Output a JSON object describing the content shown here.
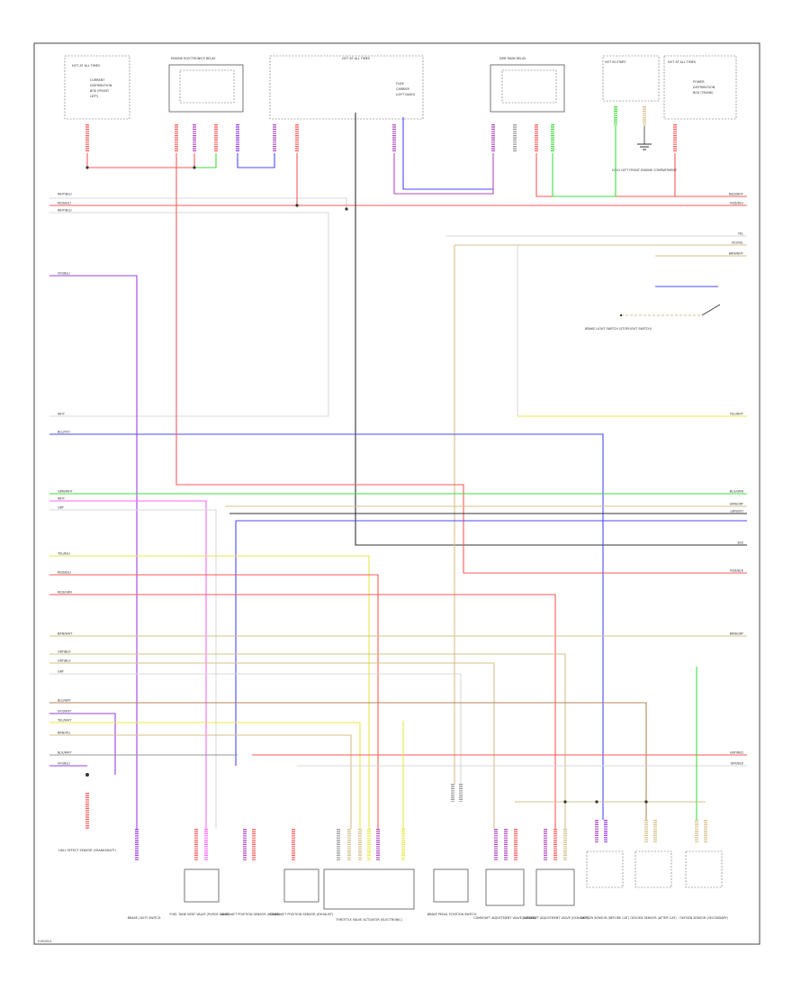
{
  "title": "Engine Performance Wiring Diagram",
  "page_label": "E190514",
  "colors": {
    "red": "#ff5a5a",
    "pink": "#ff66ff",
    "violet": "#9b3fe6",
    "purple": "#b04cc0",
    "blue": "#4a4aff",
    "green": "#3fdc3f",
    "yellow": "#e8e84a",
    "tan": "#d4c08a",
    "black": "#333333",
    "gray": "#999999",
    "white": "#d8d8d8",
    "brown": "#b5865a"
  },
  "top_components": [
    {
      "id": "hot-at-all-times-fuse-l",
      "label": "HOT AT ALL TIMES",
      "sub": "CURRENT DISTRIBUTION BOX (FRONT LEFT)"
    },
    {
      "id": "engine-relay",
      "label": "ENGINE ELECTRONICS RELAY"
    },
    {
      "id": "hot-at-all-times-center",
      "label": "HOT AT ALL TIMES"
    },
    {
      "id": "fuse-box",
      "label": "FUSE CARRIER (LEFT DASH)"
    },
    {
      "id": "dme-relay",
      "label": "DME MAIN RELAY"
    },
    {
      "id": "hot-in-start",
      "label": "HOT IN START"
    },
    {
      "id": "hot-at-all-times-r",
      "label": "HOT AT ALL TIMES",
      "sub": "POWER DISTRIBUTION BOX (TRUNK)"
    }
  ],
  "ground_label": "G101 LEFT FRONT ENGINE COMPARTMENT",
  "brake_switch_label": "BRAKE LIGHT SWITCH (STOPLIGHT SWITCH)",
  "left_wire_labels": [
    "WHT/BLU",
    "RED/BLU",
    "WHT/BLU",
    "VIO/BLU",
    "WHT",
    "BLU/VIO",
    "GRN/WHT",
    "WHT",
    "GRY",
    "YEL/BLU",
    "RED/BLU",
    "RED/GRN",
    "BRN/WHT",
    "GRY/BLK",
    "GRY/BLU",
    "GRY",
    "BLU/GRY",
    "VIO/WHT",
    "YEL/WHT",
    "BRN/YEL",
    "BLK/WHT",
    "VIO/BLU"
  ],
  "right_wire_labels": [
    "RED/WHT",
    "RED/BLU",
    "YEL",
    "VIO/YEL",
    "YEL/WHT",
    "BRN/WHT",
    "BLU/GRN",
    "GRN/GRY",
    "BLK",
    "RED/BLK",
    "BRN/GRY",
    "GRN/VIO",
    "GRY/RED",
    "GRY/BLK"
  ],
  "bottom_components": [
    {
      "id": "speed-sensor",
      "label": "HALL EFFECT SENSOR (CRANKSHAFT)"
    },
    {
      "id": "brake-switch-bottom",
      "label": "BRAKE LIGHT SWITCH"
    },
    {
      "id": "fuel-tank-vent",
      "label": "FUEL TANK VENT VALVE (PURGE VALVE)"
    },
    {
      "id": "camshaft-sensor-1",
      "label": "CAMSHAFT POSITION SENSOR (INTAKE)"
    },
    {
      "id": "camshaft-sensor-2",
      "label": "CAMSHAFT POSITION SENSOR (EXHAUST)"
    },
    {
      "id": "throttle-actuator",
      "label": "THROTTLE VALVE ACTUATOR (ELECTRONIC)"
    },
    {
      "id": "fuel-level-sensor",
      "label": "BRAKE PEDAL POSITION SWITCH"
    },
    {
      "id": "camshaft-solenoid-1",
      "label": "CAMSHAFT ADJUSTMENT VALVE (INTAKE)"
    },
    {
      "id": "camshaft-solenoid-2",
      "label": "CAMSHAFT ADJUSTMENT VALVE (EXHAUST)"
    },
    {
      "id": "o2-sensor-1",
      "label": "OXYGEN SENSOR (BEFORE CAT)"
    },
    {
      "id": "o2-sensor-2",
      "label": "OXYGEN SENSOR (AFTER CAT)"
    },
    {
      "id": "o2-sensor-3",
      "label": "OXYGEN SENSOR (SECONDARY)"
    }
  ]
}
